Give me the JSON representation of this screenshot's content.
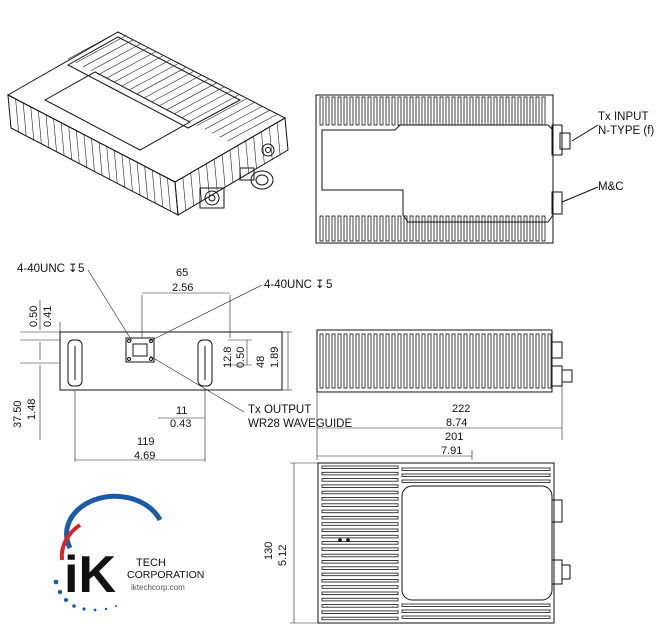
{
  "callouts": {
    "tx_input_line1": "Tx INPUT",
    "tx_input_line2": "N-TYPE (f)",
    "mc": "M&C",
    "thread_left": "4-40UNC",
    "thread_left_depth": "5",
    "thread_right": "4-40UNC",
    "thread_right_depth": "5",
    "tx_output_line1": "Tx OUTPUT",
    "tx_output_line2": "WR28 WAVEGUIDE"
  },
  "dimensions": {
    "d65": "65",
    "d2_56": "2.56",
    "d0_50_mm": "0.50",
    "d0_41": "0.41",
    "d12_8": "12.8",
    "d0_50_in": "0.50",
    "d48": "48",
    "d1_89": "1.89",
    "d37_50": "37.50",
    "d1_48": "1.48",
    "d11": "11",
    "d0_43": "0.43",
    "d119": "119",
    "d4_69": "4.69",
    "d222": "222",
    "d8_74": "8.74",
    "d201": "201",
    "d7_91": "7.91",
    "d130": "130",
    "d5_12": "5.12"
  },
  "logo": {
    "mark": "iK",
    "line1": "TECH",
    "line2": "CORPORATION",
    "url": "iktechcorp.com",
    "colors": {
      "arc_blue": "#1a5aa8",
      "arc_red": "#d8242b",
      "dots": "#1a5aa8"
    }
  }
}
